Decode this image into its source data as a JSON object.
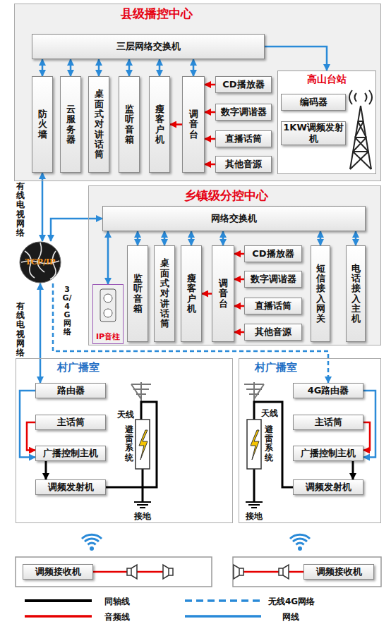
{
  "diagram": {
    "nodes": [
      {
        "text": [
          "县级播控中心"
        ]
      },
      {
        "text": [
          "三层网络交换机"
        ],
        "in": 0
      },
      {
        "text": [
          "防火墙"
        ],
        "in": 0
      },
      {
        "text": [
          "云服务器"
        ],
        "in": 0
      },
      {
        "text": [
          "桌面式对讲话筒"
        ],
        "in": 0
      },
      {
        "text": [
          "监听音箱"
        ],
        "in": 0
      },
      {
        "text": [
          "瘦客户机"
        ],
        "in": 0
      },
      {
        "text": [
          "调音台"
        ],
        "in": 0
      },
      {
        "text": [
          "CD播放器"
        ],
        "in": 0
      },
      {
        "text": [
          "数字调谐器"
        ],
        "in": 0
      },
      {
        "text": [
          "直播话筒"
        ],
        "in": 0
      },
      {
        "text": [
          "其他音源"
        ],
        "in": 0
      },
      {
        "text": [
          "高山台站"
        ],
        "in": 0
      },
      {
        "text": [
          "编码器"
        ],
        "in": 12
      },
      {
        "text": [
          "1KW调频发射机"
        ],
        "in": 12
      },
      {
        "text": [
          "TCP/IP"
        ]
      },
      {
        "text": [
          "乡镇级分控中心"
        ]
      },
      {
        "text": [
          "网络交换机"
        ],
        "in": 16
      },
      {
        "text": [
          "IP音柱"
        ],
        "in": 16
      },
      {
        "text": [
          "监听音箱"
        ],
        "in": 16
      },
      {
        "text": [
          "桌面式对讲话筒"
        ],
        "in": 16
      },
      {
        "text": [
          "瘦客户机"
        ],
        "in": 16
      },
      {
        "text": [
          "调音台"
        ],
        "in": 16
      },
      {
        "text": [
          "CD播放器"
        ],
        "in": 16
      },
      {
        "text": [
          "数字调谐器"
        ],
        "in": 16
      },
      {
        "text": [
          "直播话筒"
        ],
        "in": 16
      },
      {
        "text": [
          "其他音源"
        ],
        "in": 16
      },
      {
        "text": [
          "短信接入网关"
        ],
        "in": 16
      },
      {
        "text": [
          "电话接入主机"
        ],
        "in": 16
      },
      {
        "text": [
          "村广播室"
        ]
      },
      {
        "text": [
          "路由器"
        ],
        "in": 29
      },
      {
        "text": [
          "主话筒"
        ],
        "in": 29
      },
      {
        "text": [
          "广播控制主机"
        ],
        "in": 29
      },
      {
        "text": [
          "调频发射机"
        ],
        "in": 29
      },
      {
        "text": [
          "村广播室"
        ]
      },
      {
        "text": [
          "4G路由器"
        ],
        "in": 34
      },
      {
        "text": [
          "主话筒"
        ],
        "in": 34
      },
      {
        "text": [
          "广播控制主机"
        ],
        "in": 34
      },
      {
        "text": [
          "调频发射机"
        ],
        "in": 34
      },
      {
        "text": [
          "调频接收机"
        ]
      },
      {
        "text": [
          "调频接收机"
        ]
      }
    ],
    "edges": [
      {
        "from": 1,
        "to": 2,
        "arrow": "both"
      },
      {
        "from": 1,
        "to": 3,
        "arrow": "both"
      },
      {
        "from": 1,
        "to": 4,
        "arrow": "both"
      },
      {
        "from": 1,
        "to": 5,
        "arrow": "both"
      },
      {
        "from": 1,
        "to": 6,
        "arrow": "both"
      },
      {
        "from": 1,
        "to": 7,
        "arrow": "both"
      },
      {
        "from": 1,
        "to": 12,
        "arrow": "to"
      },
      {
        "from": 8,
        "to": 7,
        "arrow": "to"
      },
      {
        "from": 9,
        "to": 7,
        "arrow": "to"
      },
      {
        "from": 10,
        "to": 7,
        "arrow": "to"
      },
      {
        "from": 11,
        "to": 7,
        "arrow": "to"
      },
      {
        "from": 7,
        "to": 6,
        "arrow": "to"
      },
      {
        "from": 2,
        "to": 15,
        "arrow": "both"
      },
      {
        "from": 15,
        "to": 17,
        "arrow": "both"
      },
      {
        "from": 15,
        "to": 30,
        "arrow": "both"
      },
      {
        "from": 15,
        "to": 35,
        "arrow": "to"
      },
      {
        "from": 17,
        "to": 18,
        "arrow": "both"
      },
      {
        "from": 17,
        "to": 19,
        "arrow": "both"
      },
      {
        "from": 17,
        "to": 20,
        "arrow": "both"
      },
      {
        "from": 17,
        "to": 21,
        "arrow": "both"
      },
      {
        "from": 17,
        "to": 22,
        "arrow": "both"
      },
      {
        "from": 17,
        "to": 27,
        "arrow": "both"
      },
      {
        "from": 17,
        "to": 28,
        "arrow": "both"
      },
      {
        "from": 23,
        "to": 22,
        "arrow": "to"
      },
      {
        "from": 24,
        "to": 22,
        "arrow": "to"
      },
      {
        "from": 25,
        "to": 22,
        "arrow": "to"
      },
      {
        "from": 26,
        "to": 22,
        "arrow": "to"
      },
      {
        "from": 22,
        "to": 21,
        "arrow": "to"
      },
      {
        "from": 30,
        "to": 32,
        "arrow": "to"
      },
      {
        "from": 31,
        "to": 32,
        "arrow": "to"
      },
      {
        "from": 32,
        "to": 33,
        "arrow": "to"
      },
      {
        "from": 35,
        "to": 37,
        "arrow": "to"
      },
      {
        "from": 36,
        "to": 37,
        "arrow": "to"
      },
      {
        "from": 37,
        "to": 38,
        "arrow": "to"
      }
    ],
    "labels": [
      "有线电视网络",
      "3G/4G网络",
      "有线电视网络",
      "天线",
      "避雷系统",
      "接地",
      "天线",
      "避雷系统",
      "接地"
    ],
    "legend": [
      {
        "text": "同轴线"
      },
      {
        "text": "音频线"
      },
      {
        "text": "无线4G网络"
      },
      {
        "text": "网线"
      }
    ]
  }
}
